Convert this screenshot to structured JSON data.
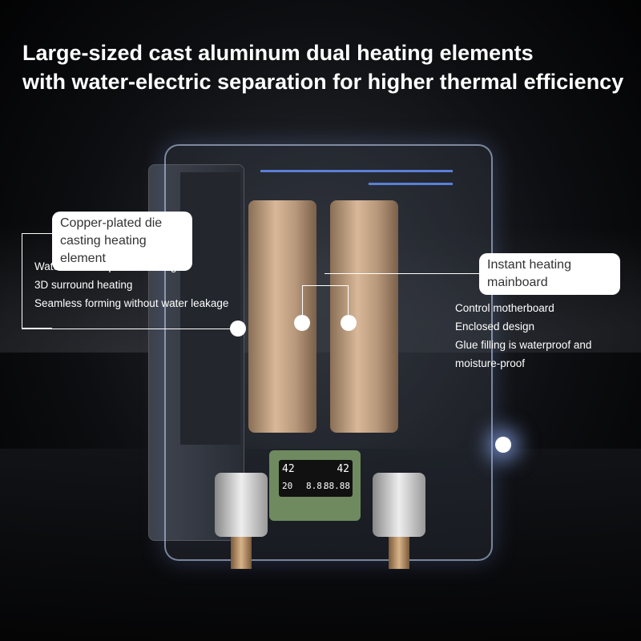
{
  "headline": {
    "line1": "Large-sized cast aluminum dual heating elements",
    "line2": "with water-electric separation for higher thermal efficiency"
  },
  "callout_left": {
    "title": "Copper-plated die casting heating element",
    "features": [
      "Water circuit separation design",
      "3D surround heating",
      "Seamless forming without water leakage"
    ]
  },
  "callout_right": {
    "title": "Instant heating mainboard",
    "features": [
      "Control motherboard",
      "Enclosed design",
      "Glue filling is waterproof and",
      "moisture-proof"
    ]
  },
  "display": {
    "temp_left": "42",
    "temp_right": "42",
    "small_left": "20",
    "mid": "8.8.",
    "right": "88.88"
  }
}
